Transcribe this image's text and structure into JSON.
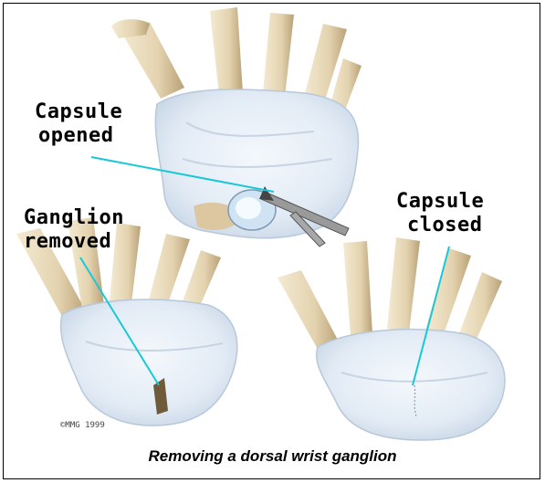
{
  "labels": {
    "capsule_opened": [
      "Capsule",
      "opened"
    ],
    "ganglion_removed": [
      "Ganglion",
      "removed"
    ],
    "capsule_closed": [
      "Capsule",
      "closed"
    ]
  },
  "copyright": "©MMG 1999",
  "caption": "Removing a dorsal wrist ganglion",
  "colors": {
    "border": "#000000",
    "pointer": "#19c8d8",
    "tissue": "#e6eef7",
    "bone": "#e3d2ae",
    "bone_shadow": "#b9a177"
  }
}
